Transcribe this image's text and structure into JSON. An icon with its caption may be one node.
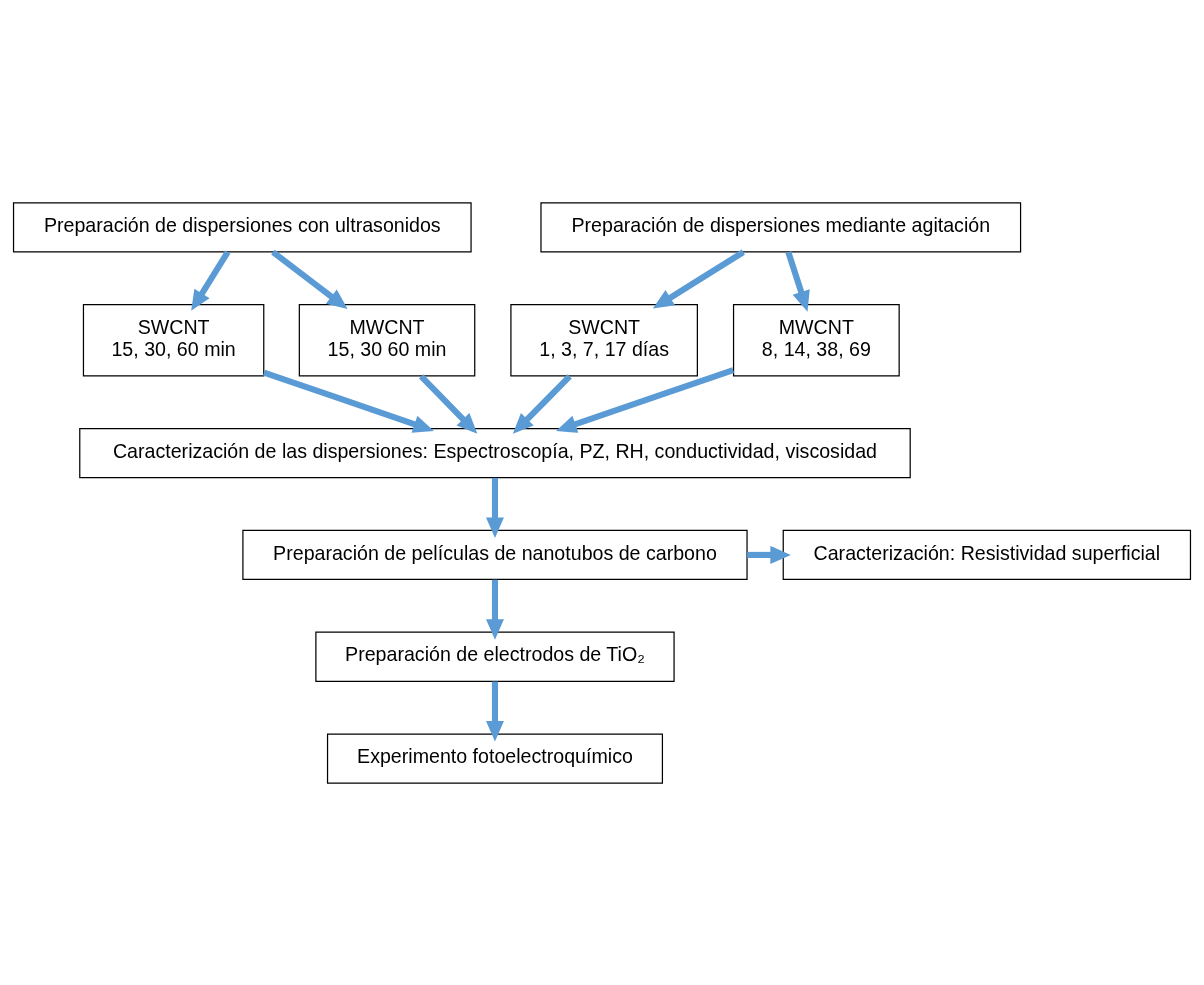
{
  "diagram": {
    "nodes": [
      {
        "text": [
          "Preparación de dispersiones con ultrasonidos"
        ]
      },
      {
        "text": [
          "Preparación de dispersiones mediante agitación"
        ]
      },
      {
        "text": [
          "SWCNT",
          "15, 30, 60 min"
        ]
      },
      {
        "text": [
          "MWCNT",
          "15, 30 60 min"
        ]
      },
      {
        "text": [
          "SWCNT",
          "1, 3, 7, 17 días"
        ]
      },
      {
        "text": [
          "MWCNT",
          "8, 14, 38, 69"
        ]
      },
      {
        "text": [
          "Caracterización de las dispersiones: Espectroscopía, PZ, RH, conductividad, viscosidad"
        ]
      },
      {
        "text": [
          "Preparación de películas de nanotubos de carbono"
        ]
      },
      {
        "text": [
          "Caracterización: Resistividad superficial"
        ]
      },
      {
        "text": [
          "Preparación de electrodos de TiO₂"
        ]
      },
      {
        "text": [
          "Experimento fotoelectroquímico"
        ]
      }
    ],
    "edges": [
      {
        "from": 0,
        "to": 2,
        "arrow": "to"
      },
      {
        "from": 0,
        "to": 3,
        "arrow": "to"
      },
      {
        "from": 1,
        "to": 4,
        "arrow": "to"
      },
      {
        "from": 1,
        "to": 5,
        "arrow": "to"
      },
      {
        "from": 2,
        "to": 6,
        "arrow": "to"
      },
      {
        "from": 3,
        "to": 6,
        "arrow": "to"
      },
      {
        "from": 4,
        "to": 6,
        "arrow": "to"
      },
      {
        "from": 5,
        "to": 6,
        "arrow": "to"
      },
      {
        "from": 6,
        "to": 7,
        "arrow": "to"
      },
      {
        "from": 7,
        "to": 8,
        "arrow": "to"
      },
      {
        "from": 7,
        "to": 9,
        "arrow": "to"
      },
      {
        "from": 9,
        "to": 10,
        "arrow": "to"
      }
    ]
  }
}
